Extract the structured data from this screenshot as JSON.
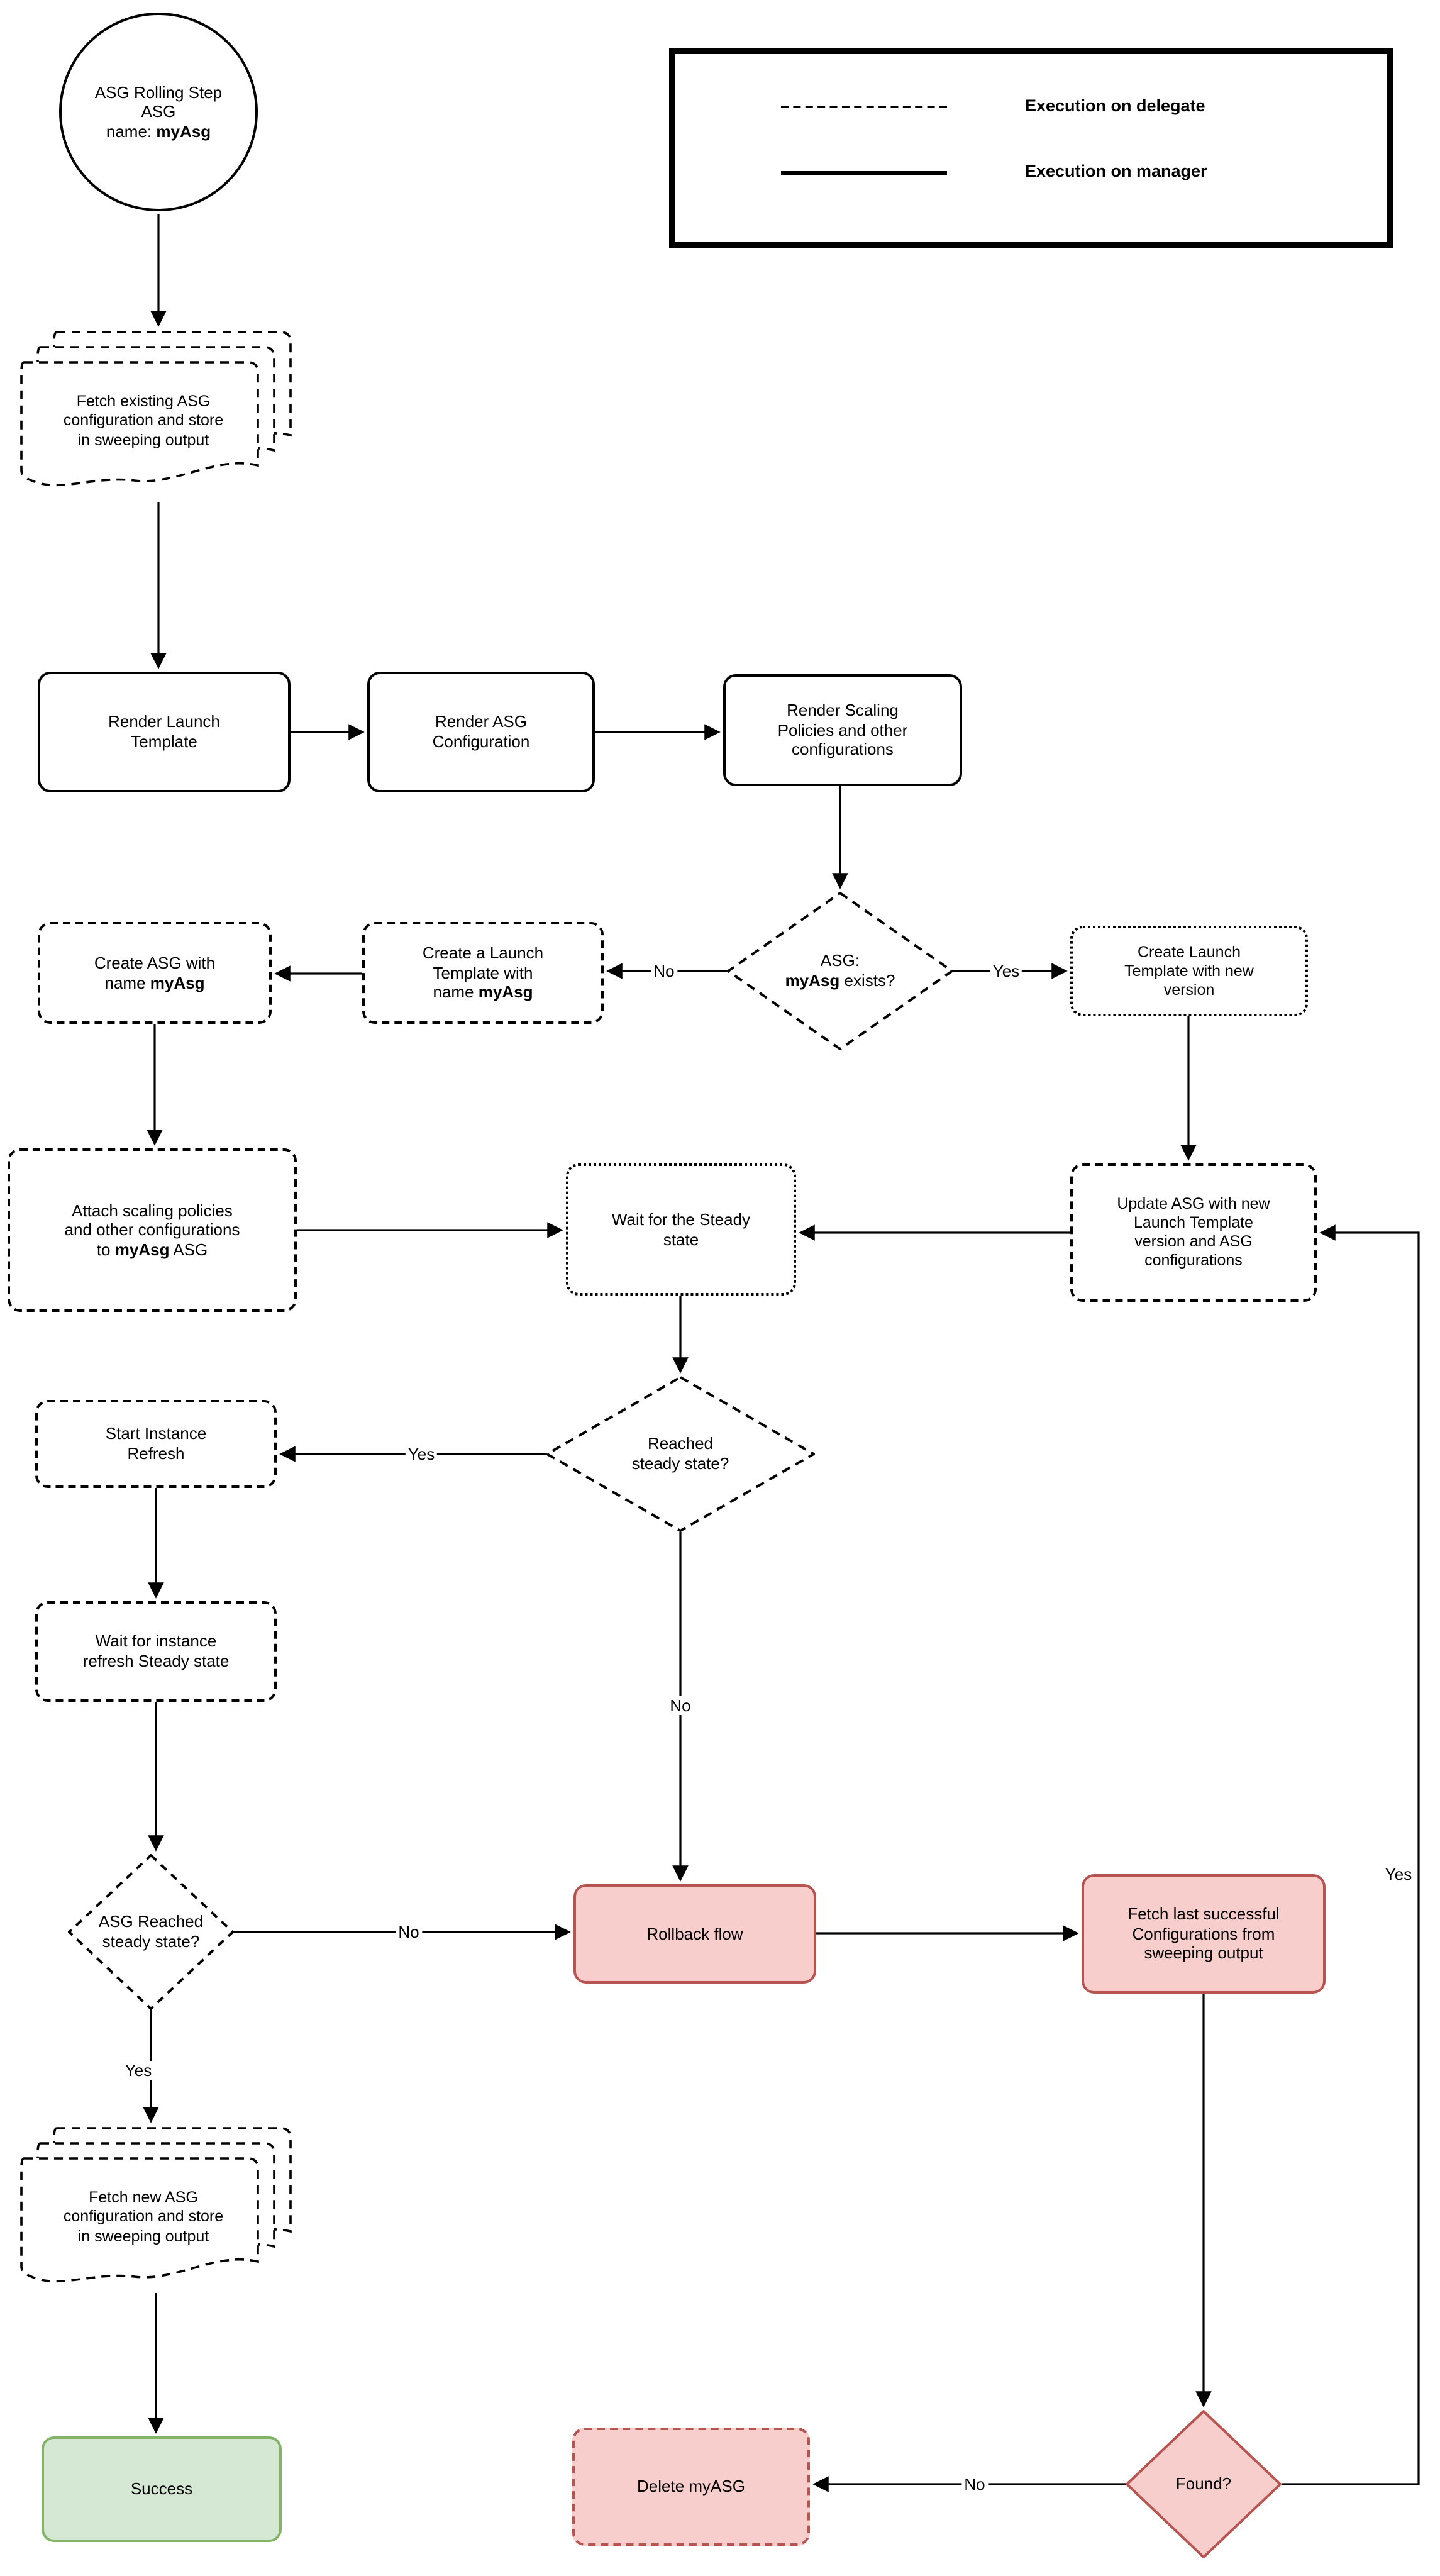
{
  "legend": {
    "items": [
      {
        "style": "dashed",
        "label": "Execution on delegate"
      },
      {
        "style": "solid",
        "label": "Execution on manager"
      }
    ]
  },
  "colors": {
    "danger_fill": "#f8cecc",
    "danger_border": "#b85450",
    "success_fill": "#d5e8d4",
    "success_border": "#82b366",
    "line": "#000000"
  },
  "nodes": {
    "start_circle": {
      "line1": "ASG Rolling Step",
      "line2": "ASG",
      "line3_prefix": "name: ",
      "line3_bold": "myAsg"
    },
    "fetch_existing": {
      "line1": "Fetch existing ASG",
      "line2": "configuration and store",
      "line3": "in sweeping output"
    },
    "render_launch_template": {
      "line1": "Render Launch",
      "line2": "Template"
    },
    "render_asg_config": {
      "line1": "Render ASG",
      "line2": "Configuration"
    },
    "render_scaling": {
      "line1": "Render Scaling",
      "line2": "Policies and other",
      "line3": "configurations"
    },
    "asg_exists": {
      "line1": "ASG:",
      "line2_bold": "myAsg",
      "line2_suffix": " exists?"
    },
    "create_launch_template": {
      "line1": "Create a Launch",
      "line2": "Template with",
      "line3_prefix": "name ",
      "line3_bold": "myAsg"
    },
    "create_asg": {
      "line1": "Create ASG with",
      "line2_prefix": "name ",
      "line2_bold": "myAsg"
    },
    "create_lt_new_version": {
      "line1": "Create Launch",
      "line2": "Template with new",
      "line3": "version"
    },
    "attach_policies": {
      "line1": "Attach scaling policies",
      "line2": "and other configurations",
      "line3_prefix": "to ",
      "line3_bold": "myAsg",
      "line3_suffix": " ASG"
    },
    "wait_steady": {
      "line1": "Wait for the Steady",
      "line2": "state"
    },
    "update_asg": {
      "line1": "Update ASG with new",
      "line2": "Launch Template",
      "line3": "version and ASG",
      "line4": "configurations"
    },
    "reached_steady": {
      "line1": "Reached",
      "line2": "steady state?"
    },
    "start_instance_refresh": {
      "line1": "Start Instance",
      "line2": "Refresh"
    },
    "wait_instance_refresh": {
      "line1": "Wait for instance",
      "line2": "refresh Steady state"
    },
    "asg_reached_steady": {
      "line1": "ASG Reached",
      "line2": "steady state?"
    },
    "rollback": {
      "line1": "Rollback flow"
    },
    "fetch_last": {
      "line1": "Fetch last successful",
      "line2": "Configurations from",
      "line3": "sweeping output"
    },
    "fetch_new": {
      "line1": "Fetch new ASG",
      "line2": "configuration and store",
      "line3": "in sweeping output"
    },
    "success": {
      "line1": "Success"
    },
    "delete_myasg": {
      "line1": "Delete myASG"
    },
    "found": {
      "line1": "Found?"
    }
  },
  "edge_labels": {
    "asg_exists_no": "No",
    "asg_exists_yes": "Yes",
    "reached_steady_yes": "Yes",
    "reached_steady_no": "No",
    "asg_reached_no": "No",
    "asg_reached_yes": "Yes",
    "found_no": "No",
    "found_yes": "Yes"
  }
}
